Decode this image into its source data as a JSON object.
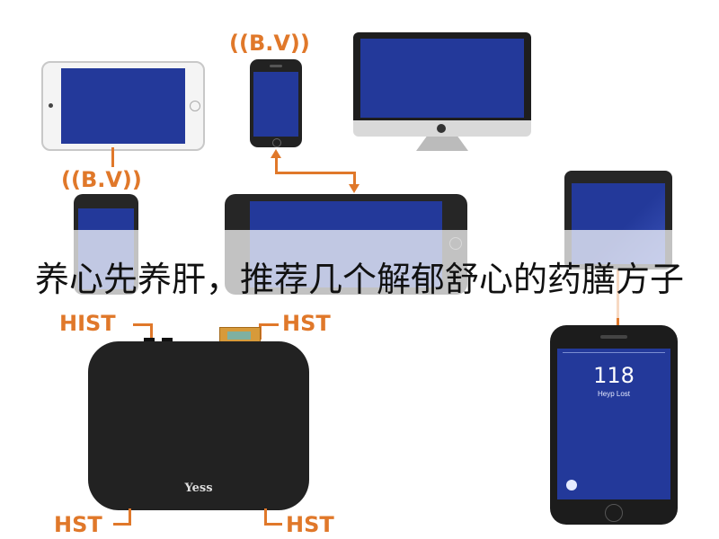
{
  "labels": {
    "bv_top": "((B.V))",
    "bv_left": "((B.V))",
    "hist_top": "HIST",
    "hst_top_right": "HST",
    "hst_bottom_left": "HST",
    "hst_bottom_right": "HST"
  },
  "box_brand": "Yess",
  "phone_screen": {
    "number": "118",
    "subtitle": "Нeyp Lost"
  },
  "caption": "养心先养肝，推荐几个解郁舒心的药膳方子",
  "colors": {
    "screen_blue": "#23399a",
    "accent_orange": "#e0782a",
    "box_black": "#222222"
  }
}
